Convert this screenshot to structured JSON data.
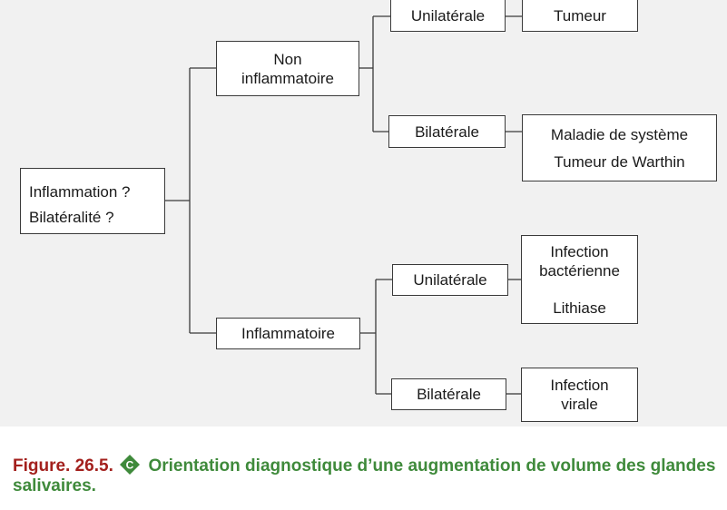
{
  "diagram": {
    "root": {
      "lines": [
        "Inflammation ?",
        "Bilatéralité ?"
      ]
    },
    "non_inflammatoire": {
      "lines": [
        "Non",
        "inflammatoire"
      ],
      "unilaterale": {
        "label": "Unilatérale",
        "result": [
          "Tumeur"
        ]
      },
      "bilaterale": {
        "label": "Bilatérale",
        "result": [
          "Maladie de système",
          "Tumeur de Warthin"
        ]
      }
    },
    "inflammatoire": {
      "label": "Inflammatoire",
      "unilaterale": {
        "label": "Unilatérale",
        "result": [
          "Infection",
          "bactérienne",
          "Lithiase"
        ]
      },
      "bilaterale": {
        "label": "Bilatérale",
        "result": [
          "Infection",
          "virale"
        ]
      }
    }
  },
  "caption": {
    "figure_label": "Figure. 26.5.",
    "badge_letter": "C",
    "badge_color": "#3f8a3b",
    "text": "Orientation diagnostique d’une augmentation de volume des glandes salivaires."
  }
}
